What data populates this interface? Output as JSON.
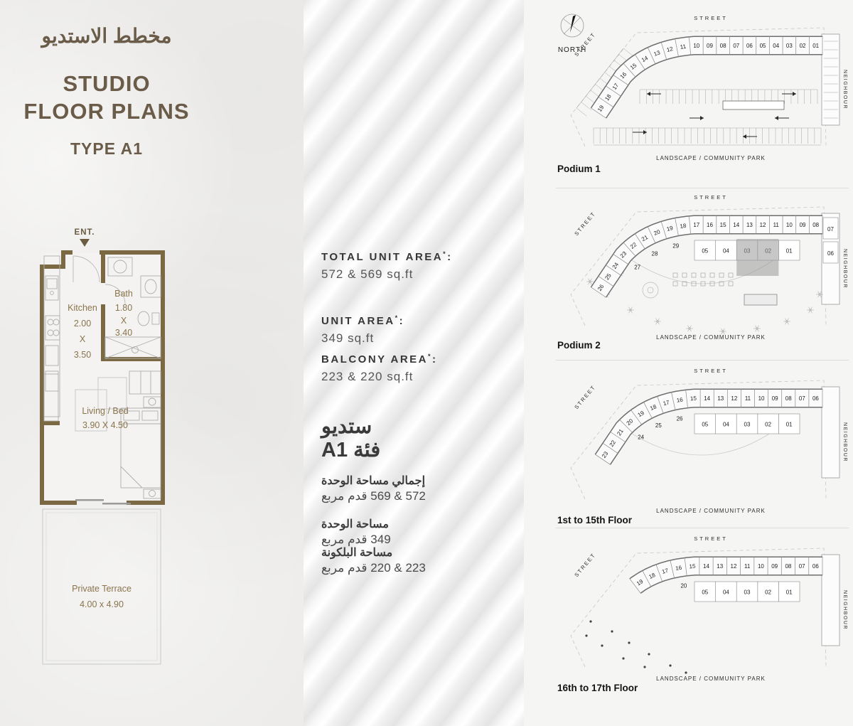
{
  "palette": {
    "accent": "#6a5c49",
    "wall": "#7b6944",
    "left_bg": "#edecea",
    "right_bg": "#f5f5f4"
  },
  "left_panel": {
    "title_ar": "مخطط الاستديو",
    "title_en_line1": "STUDIO",
    "title_en_line2": "FLOOR PLANS",
    "type_label": "TYPE A1",
    "plan": {
      "ent": "ENT.",
      "kitchen": {
        "name": "Kitchen",
        "d1": "2.00",
        "d2": "X",
        "d3": "3.50"
      },
      "bath": {
        "name": "Bath",
        "d1": "1.80",
        "d2": "X",
        "d3": "3.40"
      },
      "living": {
        "name": "Living / Bed",
        "dim": "3.90 X 4.50"
      },
      "terrace": {
        "name": "Private Terrace",
        "dim": "4.00 x 4.90"
      }
    }
  },
  "middle_panel": {
    "star": "*",
    "colon": ":",
    "total": {
      "label": "TOTAL UNIT AREA",
      "value": "572 & 569 sq.ft"
    },
    "unit": {
      "label": "UNIT AREA",
      "value": "349 sq.ft"
    },
    "balcony": {
      "label": "BALCONY AREA",
      "value": "223 & 220 sq.ft"
    },
    "ar_title_line1": "ستديو",
    "ar_title_line2": "فئة A1",
    "ar_total_label": "إجمالي مساحة الوحدة",
    "ar_total_value": "572 & 569 قدم مربع",
    "ar_unit_label": "مساحة الوحدة",
    "ar_unit_value": "349 قدم مربع",
    "ar_balcony_label": "مساحة البلكونة",
    "ar_balcony_value": "223 & 220 قدم مربع"
  },
  "right_panel": {
    "north_label": "NORTH",
    "shared": {
      "street": "STREET",
      "neighbour": "NEIGHBOUR",
      "park": "LANDSCAPE / COMMUNITY PARK"
    },
    "diagrams": [
      {
        "label": "Podium 1",
        "feature": "parking",
        "band_frac": 1,
        "outer_units": [
          "01",
          "02",
          "03",
          "04",
          "05",
          "06",
          "07",
          "08",
          "09",
          "10",
          "11",
          "12",
          "13",
          "14",
          "15",
          "16",
          "17",
          "18",
          "19"
        ],
        "inner_units": [],
        "side_units": [],
        "extra_units": [],
        "highlight_units": []
      },
      {
        "label": "Podium 2",
        "feature": "trees",
        "band_frac": 1,
        "outer_units": [
          "08",
          "09",
          "10",
          "11",
          "12",
          "13",
          "14",
          "15",
          "16",
          "17",
          "18",
          "19",
          "20",
          "21",
          "22",
          "23",
          "24",
          "25",
          "26"
        ],
        "inner_units": [
          "01",
          "02",
          "03",
          "04",
          "05"
        ],
        "side_units": [
          "07",
          "06"
        ],
        "extra_units": [
          "29",
          "28",
          "27"
        ],
        "highlight_units": [
          "02",
          "03"
        ]
      },
      {
        "label": "1st to 15th Floor",
        "feature": "arc",
        "band_frac": 0.97,
        "outer_units": [
          "06",
          "07",
          "08",
          "09",
          "10",
          "11",
          "12",
          "13",
          "14",
          "15",
          "16",
          "17",
          "18",
          "19",
          "20",
          "21",
          "22",
          "23"
        ],
        "inner_units": [
          "01",
          "02",
          "03",
          "04",
          "05"
        ],
        "side_units": [],
        "extra_units": [
          "26",
          "25",
          "24"
        ],
        "highlight_units": []
      },
      {
        "label": "16th to 17th Floor",
        "feature": "dots",
        "band_frac": 0.76,
        "outer_units": [
          "06",
          "07",
          "08",
          "09",
          "10",
          "11",
          "12",
          "13",
          "14",
          "15",
          "16",
          "17",
          "18",
          "19"
        ],
        "inner_units": [
          "01",
          "02",
          "03",
          "04",
          "05"
        ],
        "side_units": [],
        "extra_units": [
          "20"
        ],
        "highlight_units": []
      }
    ]
  }
}
